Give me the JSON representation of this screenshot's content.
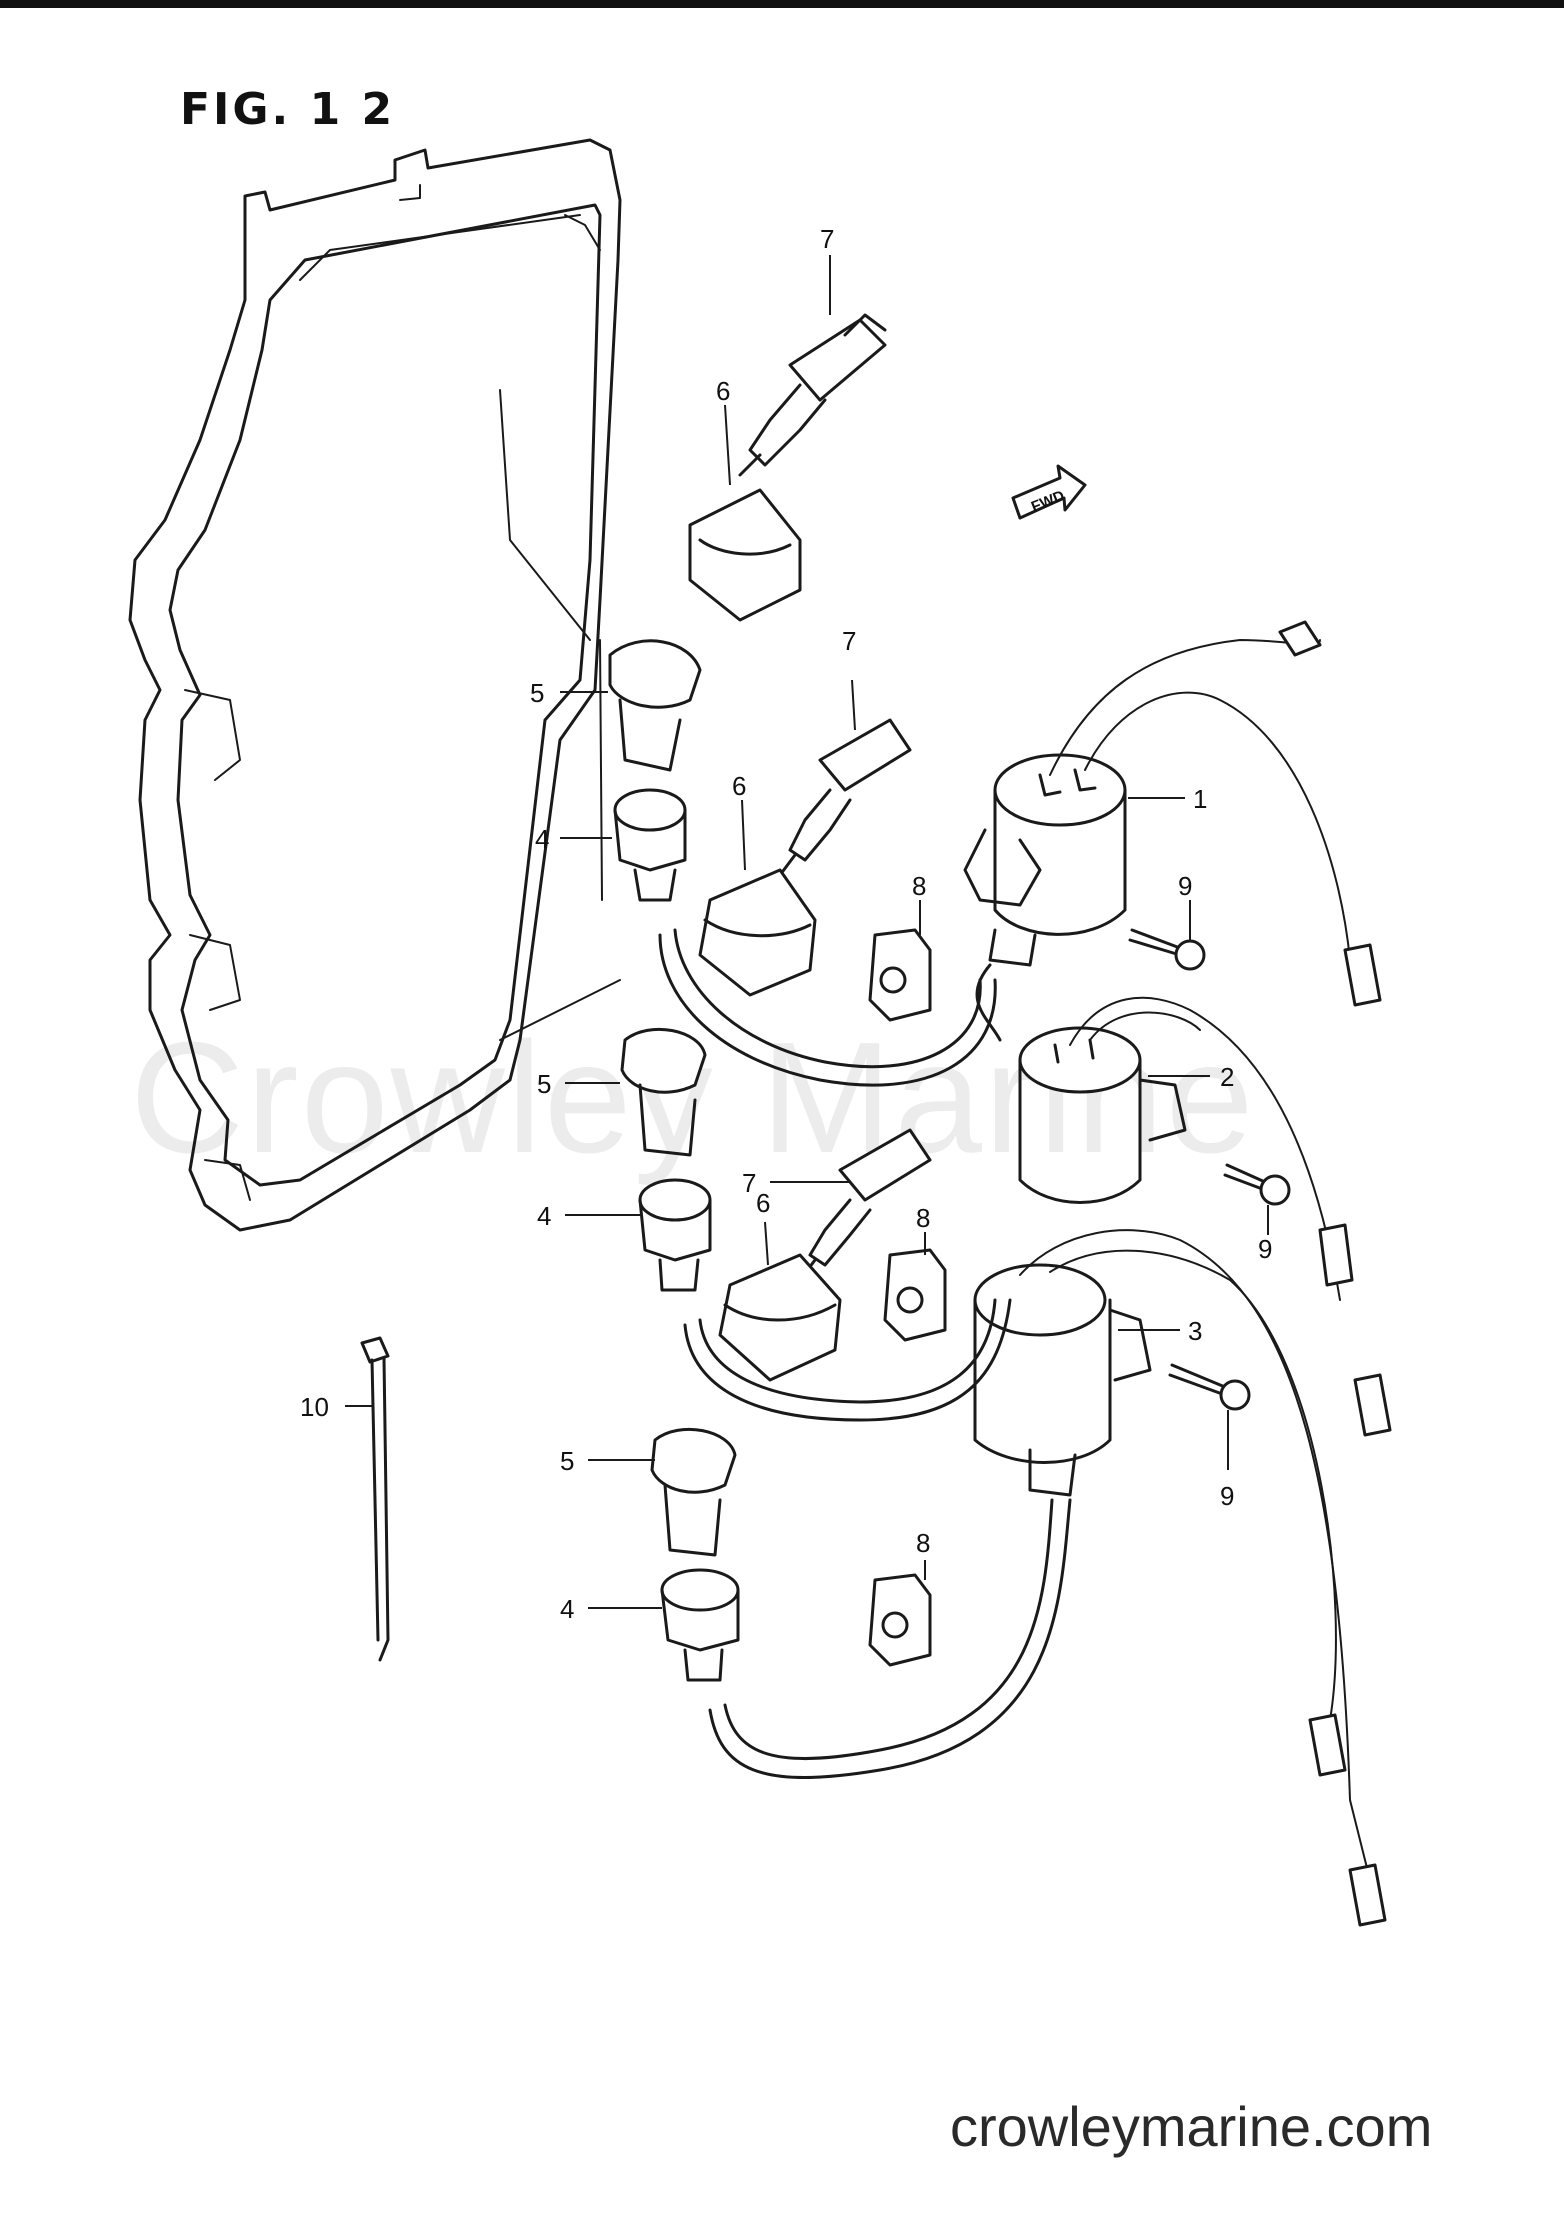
{
  "figure": {
    "title": "FIG. 1 2",
    "watermark": "Crowley Marine",
    "footer": "crowleymarine.com",
    "direction_marker": "FWD"
  },
  "callouts": [
    "1",
    "2",
    "3",
    "4",
    "4",
    "4",
    "5",
    "5",
    "5",
    "6",
    "6",
    "6",
    "7",
    "7",
    "7",
    "8",
    "8",
    "8",
    "9",
    "9",
    "9",
    "10"
  ]
}
